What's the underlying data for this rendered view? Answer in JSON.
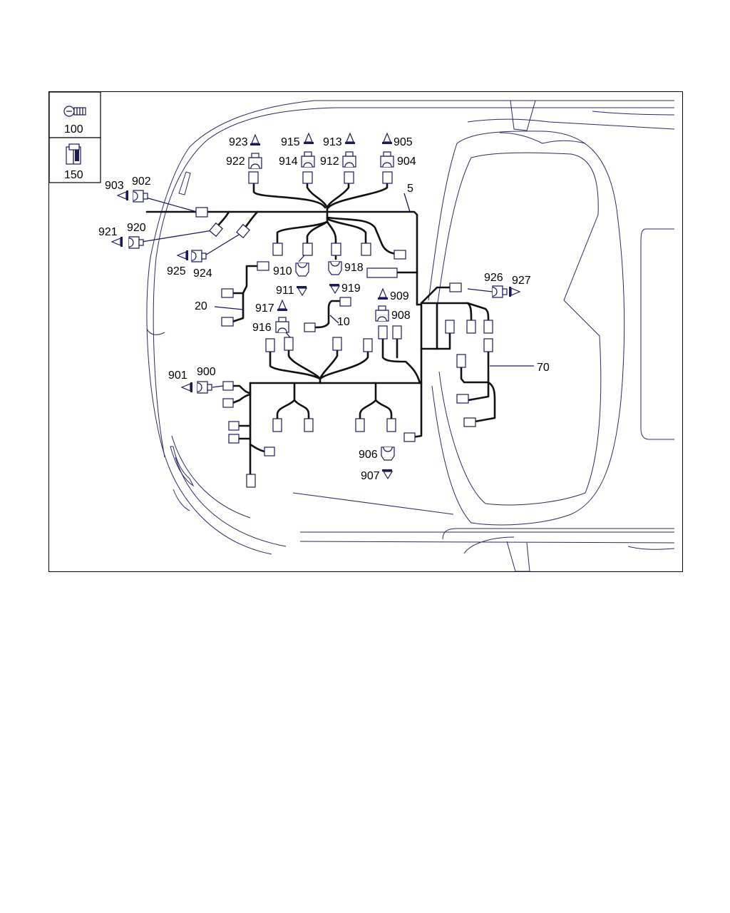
{
  "legend": {
    "items": [
      {
        "id": "100",
        "icon": "screw-icon"
      },
      {
        "id": "150",
        "icon": "clip-nut-icon"
      }
    ]
  },
  "labels": {
    "l5": "5",
    "l10": "10",
    "l20": "20",
    "l70": "70",
    "l900": "900",
    "l901": "901",
    "l902": "902",
    "l903": "903",
    "l904": "904",
    "l905": "905",
    "l906": "906",
    "l907": "907",
    "l908": "908",
    "l909": "909",
    "l910": "910",
    "l911": "911",
    "l912": "912",
    "l913": "913",
    "l914": "914",
    "l915": "915",
    "l916": "916",
    "l917": "917",
    "l918": "918",
    "l919": "919",
    "l920": "920",
    "l921": "921",
    "l922": "922",
    "l923": "923",
    "l924": "924",
    "l925": "925",
    "l926": "926",
    "l927": "927"
  },
  "colors": {
    "wire": "#111111",
    "outline": "#2a2a6a",
    "connector": "#1a1a5a"
  }
}
